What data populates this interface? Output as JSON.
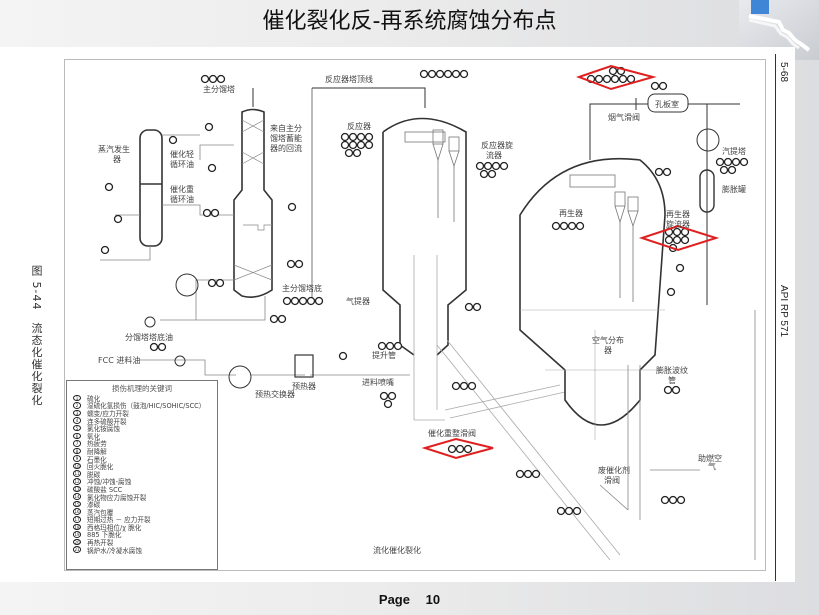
{
  "slide": {
    "title": "催化裂化反-再系统腐蚀分布点",
    "footer": {
      "page_label": "Page",
      "page_number": "10"
    }
  },
  "figure": {
    "left_caption": "图 5-44　流态化催化裂化",
    "right_top_note": "5-68",
    "right_mid_note": "API RP 571",
    "bottom_caption": "流化催化裂化",
    "highlight_color": "#e02020"
  },
  "labels": {
    "main_fractionator": "主分馏塔",
    "reactor_overhead_line": "反应器塔顶线",
    "reactor": "反应器",
    "reactor_cyclone_1": "反应器旋",
    "reactor_cyclone_2": "流器",
    "steam_generator_1": "蒸汽发生",
    "steam_generator_2": "器",
    "lco_1": "催化轻",
    "lco_2": "循环油",
    "hco_1": "催化重",
    "hco_2": "循环油",
    "reflux_1": "来自主分",
    "reflux_2": "馏塔蓄能",
    "reflux_3": "器的回流",
    "main_fractionator_bottom": "主分馏塔底",
    "stripper": "气提器",
    "riser": "提升管",
    "fractionator_bottoms_oil": "分馏塔塔底油",
    "fcc_feed": "FCC 进料油",
    "preheat_exchanger": "预热交换器",
    "preheater": "预热器",
    "feed_nozzle": "进料喷嘴",
    "regenerated_slide_valve": "催化重整滑阀",
    "flue_gas_slide_valve": "烟气滑阀",
    "orifice_chamber": "孔板室",
    "steam_stripper": "汽提塔",
    "expansion_tank": "膨胀罐",
    "regenerator": "再生器",
    "regen_cyclone_1": "再生器",
    "regen_cyclone_2": "旋流器",
    "air_distributor_1": "空气分布",
    "air_distributor_2": "器",
    "expansion_bellows_1": "膨胀波纹",
    "expansion_bellows_2": "管",
    "spent_cat_valve_1": "废催化剂",
    "spent_cat_valve_2": "滑阀",
    "combustion_air_1": "助燃空",
    "combustion_air_2": "气"
  },
  "legend": {
    "title": "损伤机理的关键词",
    "items": [
      "硫化",
      "湿硫化氢损伤（鼓泡/HIC/SOHIC/SCC）",
      "蠕变/应力开裂",
      "连多硫酸开裂",
      "氯化铵腐蚀",
      "氧化",
      "热疲劳",
      "耐降解",
      "石墨化",
      "回火脆化",
      "脱碳",
      "冲蚀/冲蚀-腐蚀",
      "碳酸盐 SCC",
      "氯化物应力腐蚀开裂",
      "渗碳",
      "蒸汽包覆",
      "短期过热 － 应力开裂",
      "西格玛相位/χ 脆化",
      "885 下脆化",
      "再热开裂",
      "锅炉水/冷凝水腐蚀"
    ]
  },
  "highlights": [
    {
      "name": "flue-gas-line",
      "note": "红色菱形标记"
    },
    {
      "name": "regenerator-cyclone",
      "note": "红色菱形标记"
    },
    {
      "name": "regenerated-catalyst-slide-valve",
      "note": "红色菱形标记"
    }
  ]
}
